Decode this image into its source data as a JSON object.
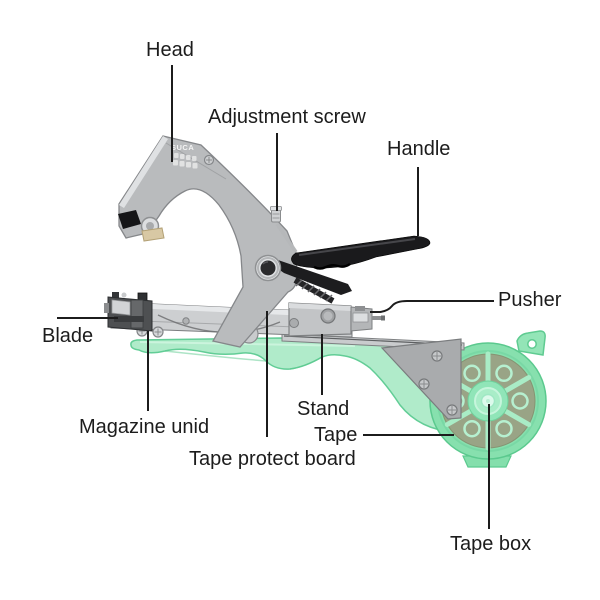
{
  "diagram": {
    "subject": "plant tying tapener tool parts diagram",
    "labels": {
      "head": "Head",
      "adjustment_screw": "Adjustment screw",
      "handle": "Handle",
      "pusher": "Pusher",
      "blade": "Blade",
      "magazine_unid": "Magazine unid",
      "stand": "Stand",
      "tape": "Tape",
      "tape_protect_board": "Tape protect board",
      "tape_box": "Tape box"
    },
    "marking": "SUCA",
    "colors": {
      "background": "#ffffff",
      "leader_line": "#1c1c1c",
      "label_text": "#1c1c1c",
      "metal_gray": "#b9bbbd",
      "handle_black": "#1a1a1c",
      "tape_box_green": "#87e0ae",
      "tape_roll_olive": "#9aa184",
      "board_green": "#7fdea9",
      "jaw_pad_tan": "#d8c8a4"
    }
  }
}
